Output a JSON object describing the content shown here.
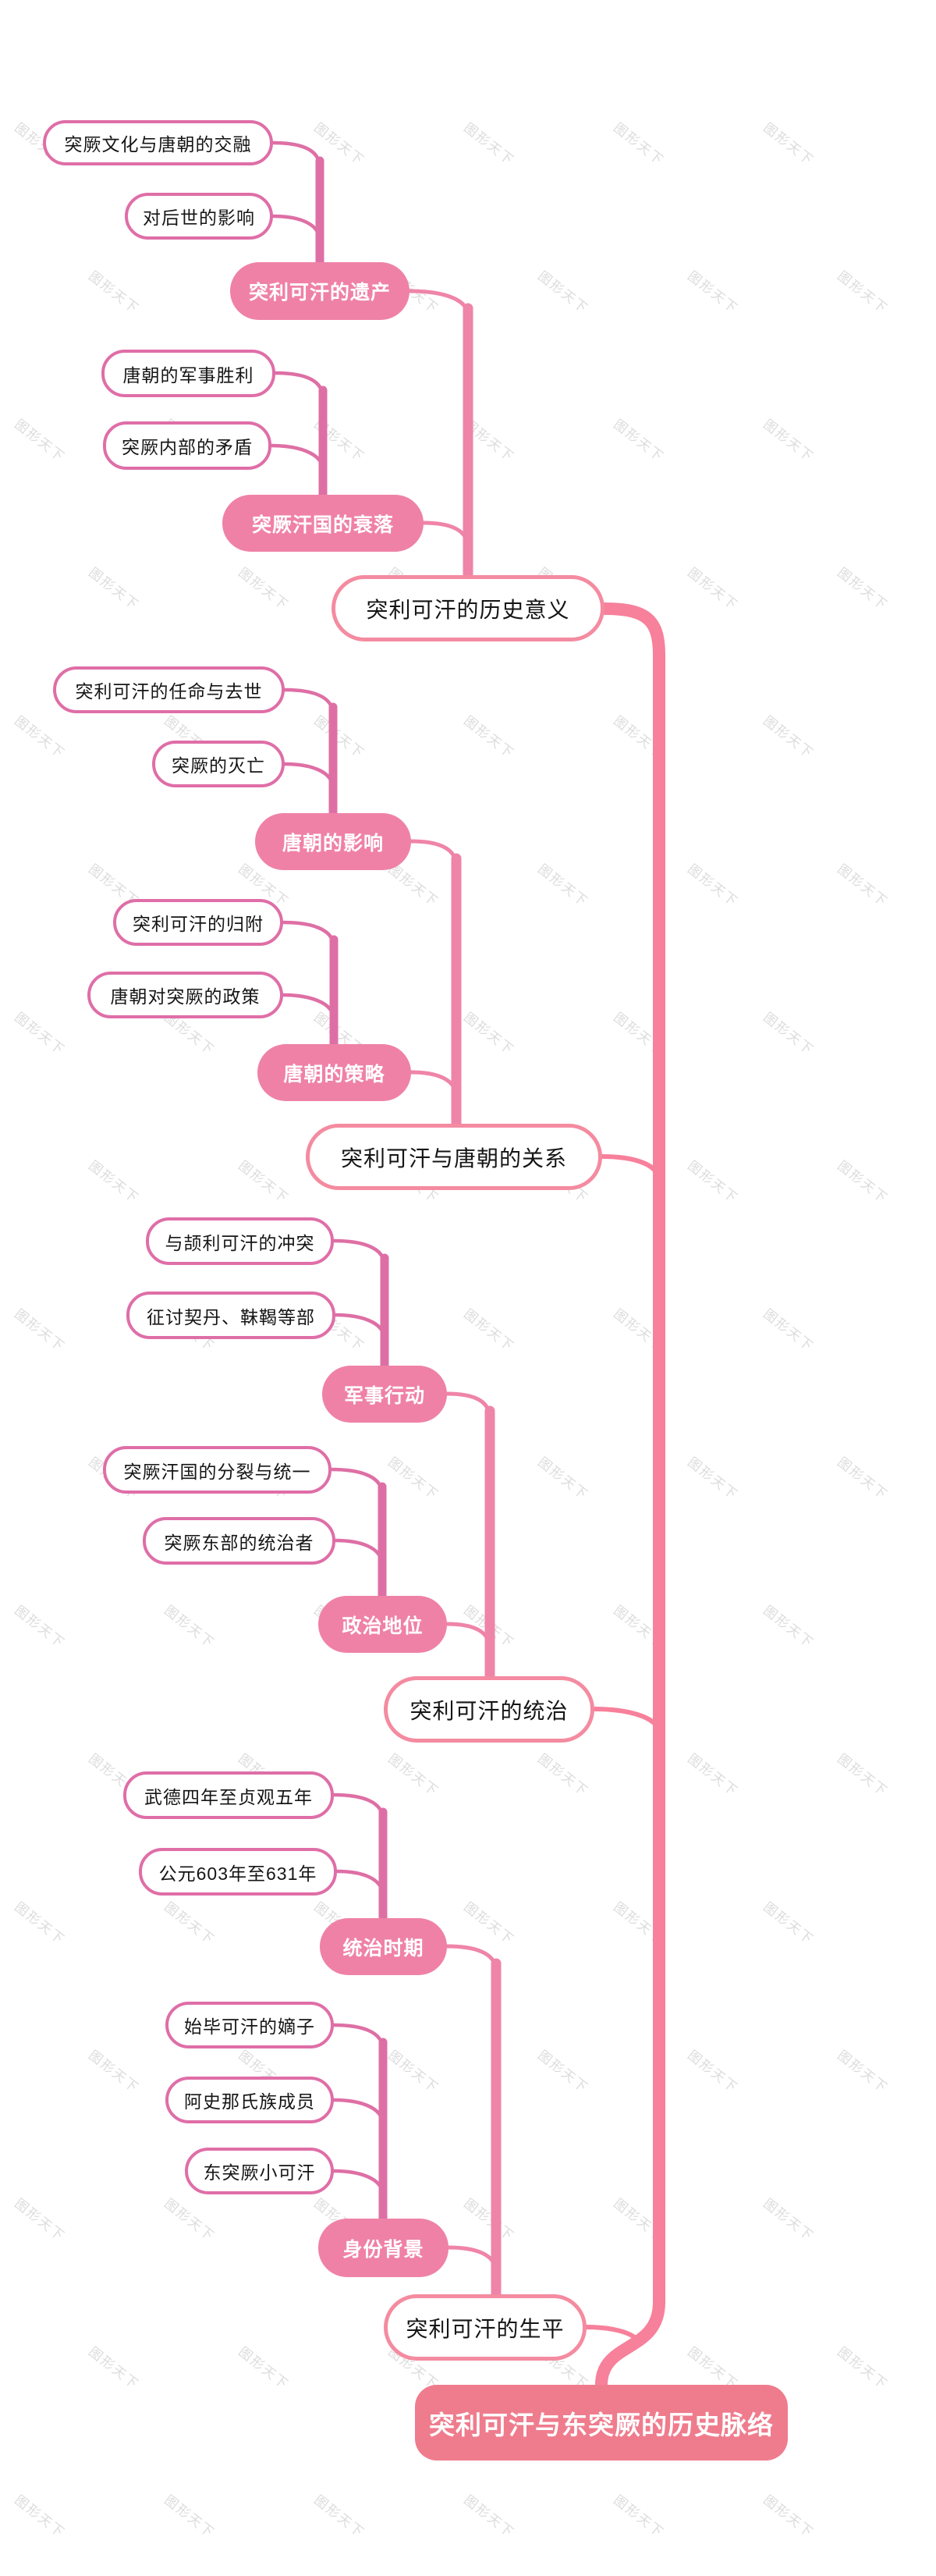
{
  "root": {
    "label": "突利可汗与东突厥的历史脉络"
  },
  "branches": [
    {
      "label": "突利可汗的历史意义",
      "subtopics": [
        {
          "label": "突利可汗的遗产",
          "leaves": [
            "突厥文化与唐朝的交融",
            "对后世的影响"
          ]
        },
        {
          "label": "突厥汗国的衰落",
          "leaves": [
            "唐朝的军事胜利",
            "突厥内部的矛盾"
          ]
        }
      ]
    },
    {
      "label": "突利可汗与唐朝的关系",
      "subtopics": [
        {
          "label": "唐朝的影响",
          "leaves": [
            "突利可汗的任命与去世",
            "突厥的灭亡"
          ]
        },
        {
          "label": "唐朝的策略",
          "leaves": [
            "突利可汗的归附",
            "唐朝对突厥的政策"
          ]
        }
      ]
    },
    {
      "label": "突利可汗的统治",
      "subtopics": [
        {
          "label": "军事行动",
          "leaves": [
            "与颉利可汗的冲突",
            "征讨契丹、靺鞨等部"
          ]
        },
        {
          "label": "政治地位",
          "leaves": [
            "突厥汗国的分裂与统一",
            "突厥东部的统治者"
          ]
        }
      ]
    },
    {
      "label": "突利可汗的生平",
      "subtopics": [
        {
          "label": "统治时期",
          "leaves": [
            "武德四年至贞观五年",
            "公元603年至631年"
          ]
        },
        {
          "label": "身份背景",
          "leaves": [
            "始毕可汗的嫡子",
            "阿史那氏族成员",
            "东突厥小可汗"
          ]
        }
      ]
    }
  ],
  "watermark": {
    "text": "图形天下"
  },
  "colors": {
    "canvas": "#FFFFFF",
    "root-fill": "#EF7C8D",
    "spine": "#F7809B",
    "topic-border": "#F48BA0",
    "branch-line": "#EF84A9",
    "sub-fill": "#EF81A7",
    "leaf-border": "#DF6EA7",
    "leaf-line": "#DE6FA5",
    "watermark": "#DCDCDC",
    "text-dark": "#151515"
  }
}
